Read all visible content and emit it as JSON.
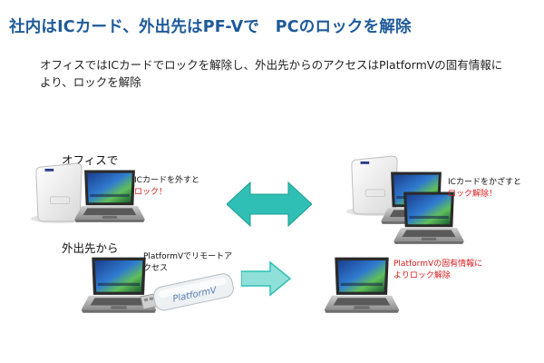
{
  "title": "社内はICカード、外出先はPF-Vで　PCのロックを解除",
  "subtitle": "オフィスではICカードでロックを解除し、外出先からのアクセスはPlatformVの固有情報により、ロックを解除",
  "office": {
    "label": "オフィスで",
    "note_line1": "ICカードを外すと",
    "note_line2": "ロック！"
  },
  "remote": {
    "label": "外出先から",
    "note_line1": "PlatformVでリモートア",
    "note_line2": "クセス",
    "usb_label": "PlatformV"
  },
  "office_result": {
    "note_line1": "ICカードをかざすと",
    "note_line2": "ロック解除！"
  },
  "remote_result": {
    "note_line1": "PlatformVの固有情報に",
    "note_line2": "よりロック解除"
  },
  "colors": {
    "title": "#1f5a9a",
    "arrow_fill": "#2fbfb5",
    "arrow_fill_light": "#8fe0d8",
    "red_text": "#d81a1a"
  }
}
